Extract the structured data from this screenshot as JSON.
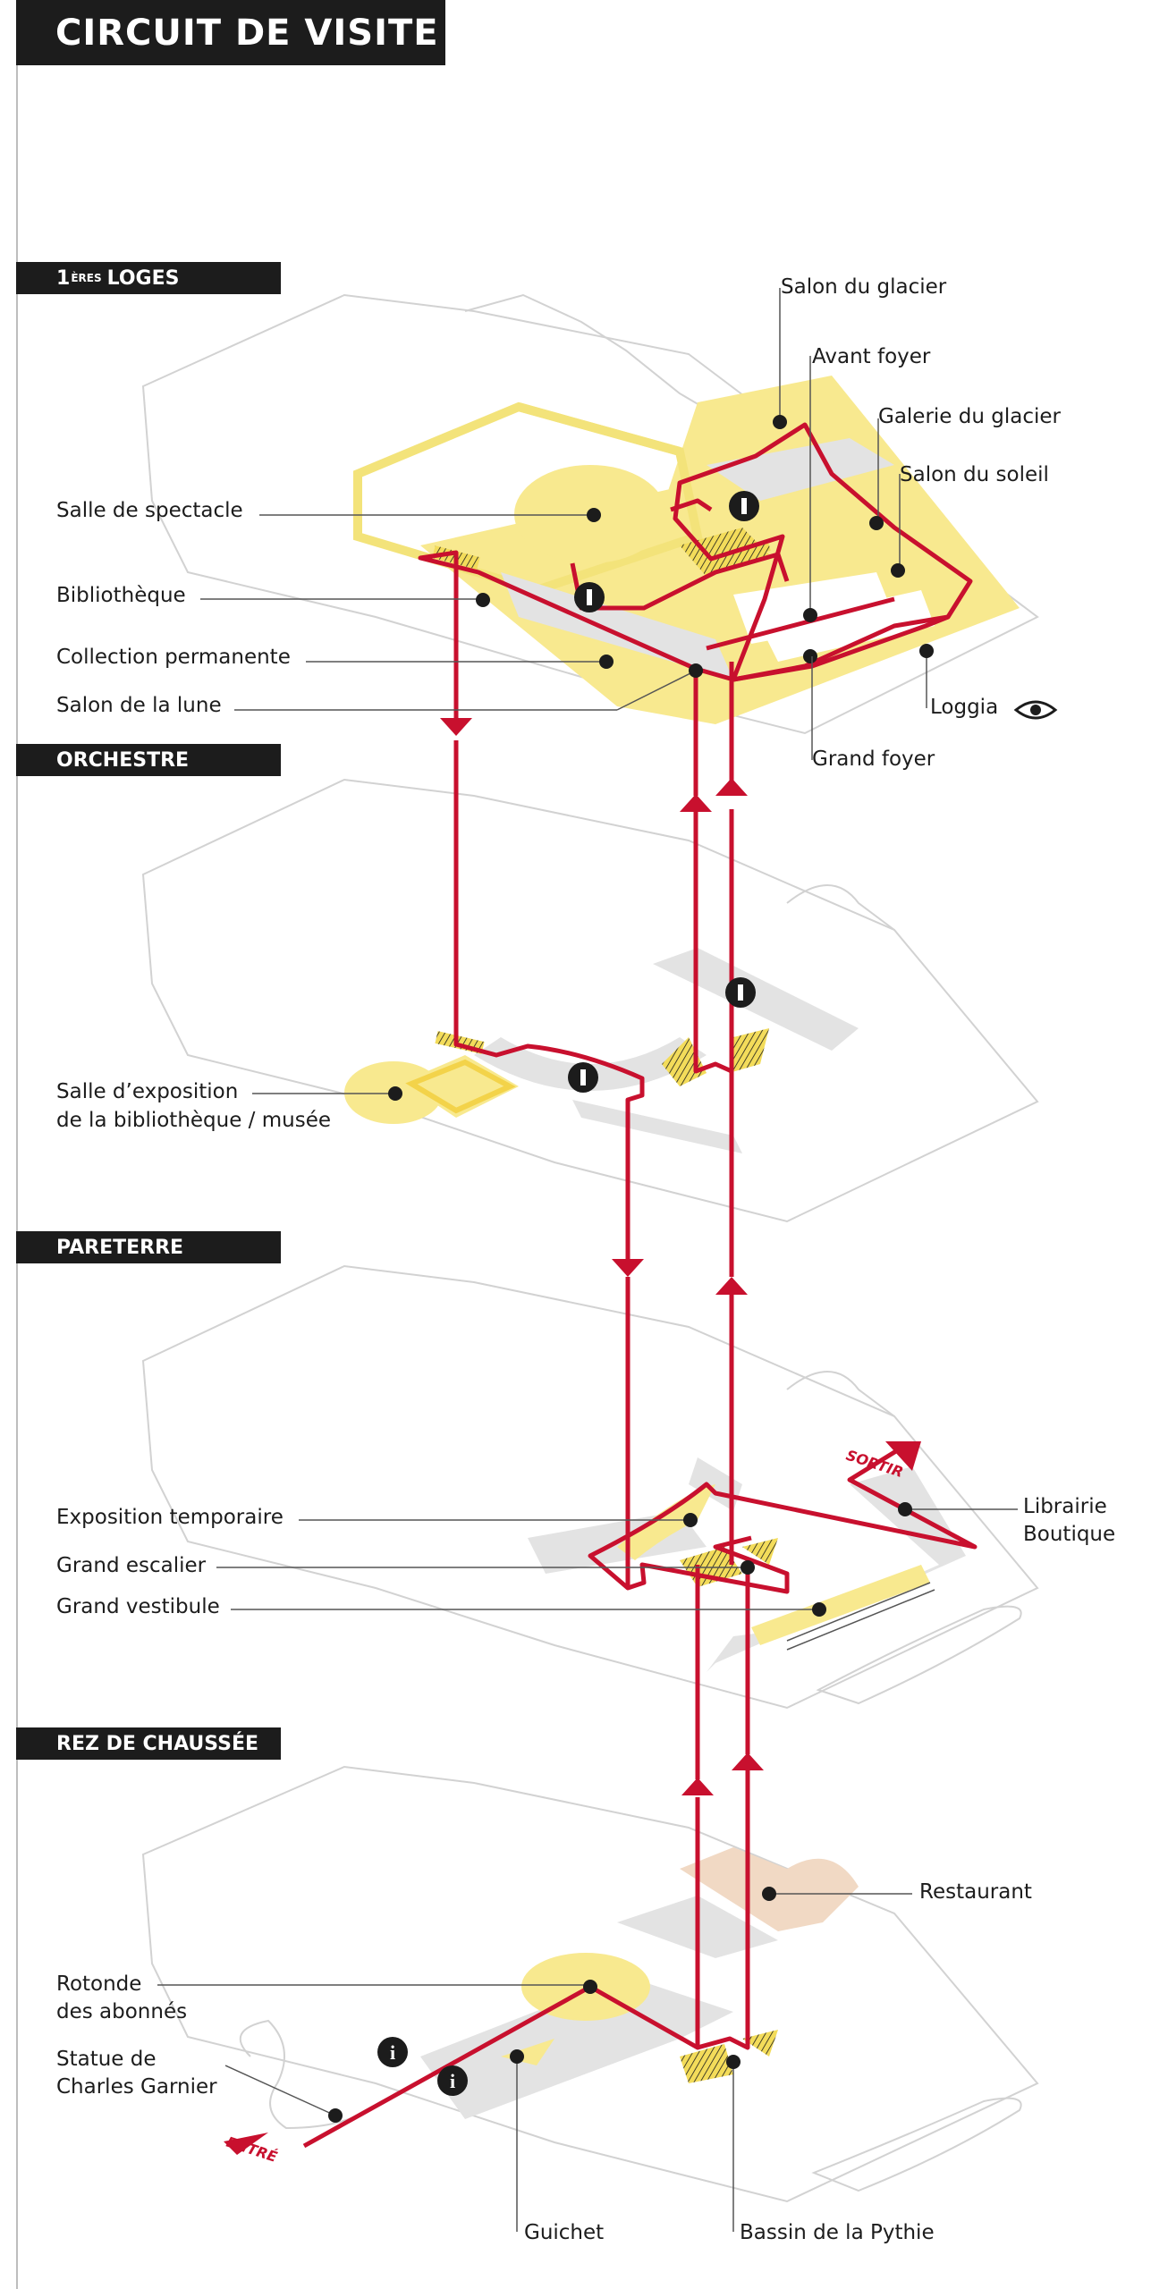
{
  "title": "CIRCUIT DE VISITE",
  "floors": {
    "loges": {
      "number": "1",
      "suffix": "ÈRES",
      "name": "LOGES"
    },
    "orchestre": "ORCHESTRE",
    "paterre": "PARETERRE",
    "rez": "REZ DE CHAUSSÉE"
  },
  "labels": {
    "salon_glacier": "Salon du glacier",
    "avant_foyer": "Avant foyer",
    "galerie_glacier": "Galerie du glacier",
    "salon_soleil": "Salon du soleil",
    "salle_spectacle": "Salle de spectacle",
    "bibliotheque": "Bibliothèque",
    "collection": "Collection permanente",
    "salon_lune": "Salon de la lune",
    "loggia": "Loggia",
    "grand_foyer": "Grand foyer",
    "salle_expo_1": "Salle d’exposition",
    "salle_expo_2": "de la bibliothèque / musée",
    "expo_temp": "Exposition temporaire",
    "grand_escalier": "Grand escalier",
    "grand_vestibule": "Grand vestibule",
    "librairie": "Librairie",
    "boutique": "Boutique",
    "restaurant": "Restaurant",
    "rotonde_1": "Rotonde",
    "rotonde_2": "des abonnés",
    "statue_1": "Statue de",
    "statue_2": "Charles Garnier",
    "guichet": "Guichet",
    "bassin": "Bassin de la Pythie",
    "sortir": "SORTIR",
    "entre": "ENTRÉ"
  },
  "icons": {
    "info": "i",
    "wc": "toilet-icon",
    "view": "eye-icon"
  },
  "colors": {
    "route": "#c8102e",
    "highlight": "#f8e98f",
    "restaurant": "#f1d9c4",
    "outline": "#cfcfcf",
    "corridor": "#e3e3e3",
    "dark": "#1c1c1c"
  }
}
